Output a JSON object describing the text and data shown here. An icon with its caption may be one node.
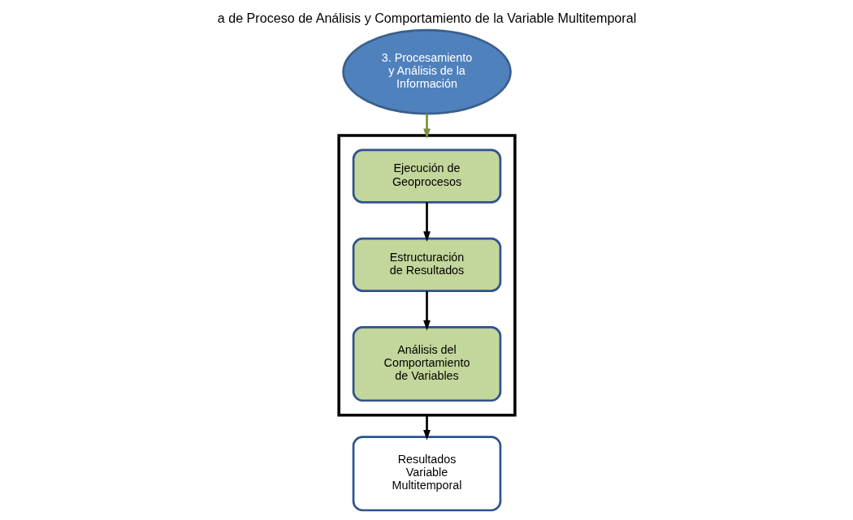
{
  "diagram": {
    "title": "a de Proceso de Análisis y Comportamiento de la Variable Multitemporal",
    "nodes": [
      {
        "text": [
          "3. Procesamiento y Análisis de la Información"
        ]
      },
      {
        "text": [],
        "shape": "box"
      },
      {
        "text": [
          "Ejecución de Geoprocesos"
        ],
        "in": 1
      },
      {
        "text": [
          "Estructuración de Resultados"
        ],
        "in": 1
      },
      {
        "text": [
          "Análisis del Comportamiento de Variables"
        ],
        "in": 1
      },
      {
        "text": [
          "Resultados Variable Multitemporal"
        ]
      }
    ],
    "edges": [
      {
        "from": 0,
        "to": 1,
        "arrow": "to",
        "color": "#77933c"
      },
      {
        "from": 2,
        "to": 3,
        "arrow": "to"
      },
      {
        "from": 3,
        "to": 4,
        "arrow": "to"
      },
      {
        "from": 1,
        "to": 5,
        "arrow": "to"
      }
    ]
  }
}
